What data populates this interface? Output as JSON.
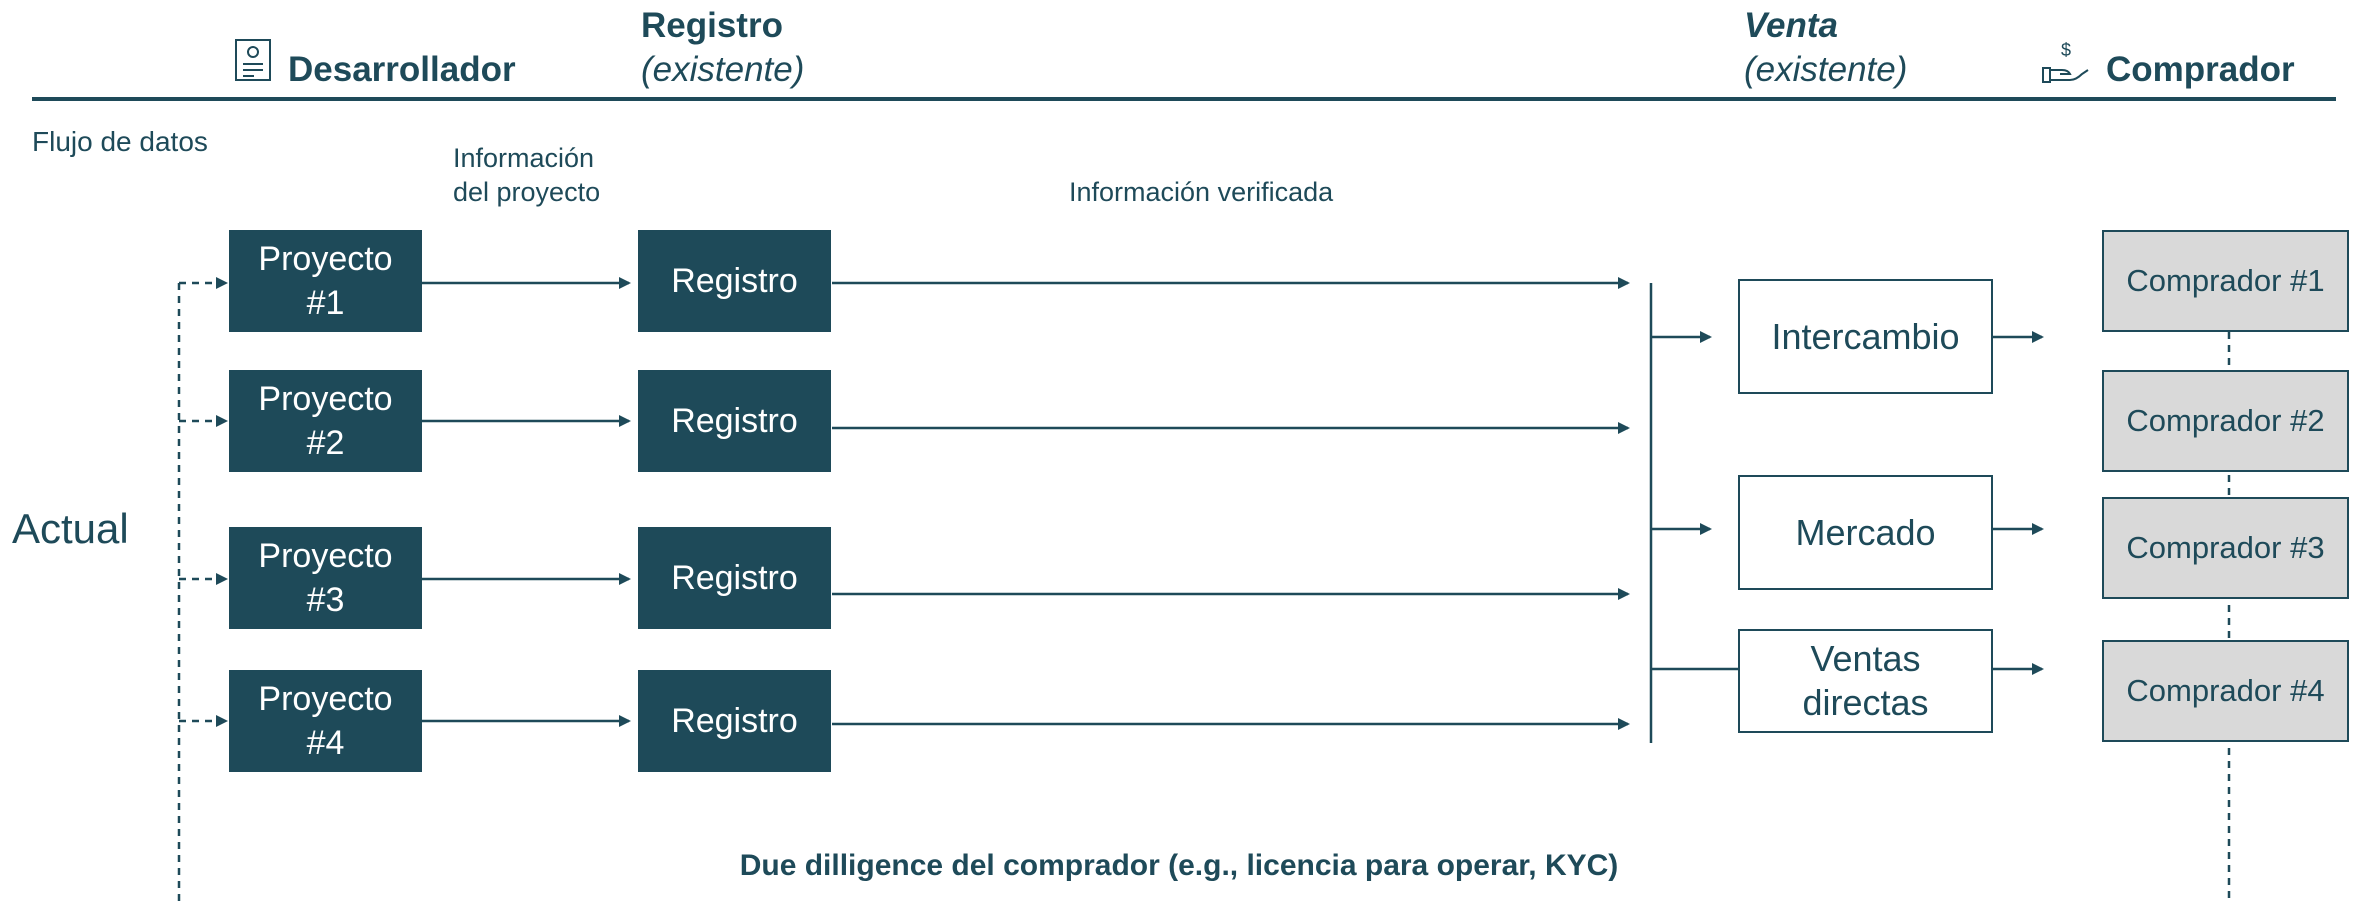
{
  "header": {
    "developer": "Desarrollador",
    "registry_title": "Registro",
    "registry_sub": "(existente)",
    "sale_title": "Venta",
    "sale_sub": "(existente)",
    "buyer": "Comprador",
    "developer_icon": "certificate-icon",
    "buyer_icon": "hand-money-icon"
  },
  "labels": {
    "data_flow": "Flujo de datos",
    "project_info_line1": "Información",
    "project_info_line2": "del proyecto",
    "verified_info": "Información verificada",
    "row_label": "Actual",
    "due_diligence": "Due dilligence del comprador (e.g., licencia para operar, KYC)"
  },
  "projects": [
    {
      "line1": "Proyecto",
      "line2": "#1"
    },
    {
      "line1": "Proyecto",
      "line2": "#2"
    },
    {
      "line1": "Proyecto",
      "line2": "#3"
    },
    {
      "line1": "Proyecto",
      "line2": "#4"
    }
  ],
  "registries": [
    "Registro",
    "Registro",
    "Registro",
    "Registro"
  ],
  "channels": [
    {
      "line1": "Intercambio",
      "line2": ""
    },
    {
      "line1": "Mercado",
      "line2": ""
    },
    {
      "line1": "Ventas",
      "line2": "directas"
    }
  ],
  "buyers": [
    "Comprador #1",
    "Comprador #2",
    "Comprador #3",
    "Comprador #4"
  ],
  "colors": {
    "primary": "#1e4a59",
    "buyer_fill": "#d9d9d9",
    "background": "#ffffff"
  }
}
